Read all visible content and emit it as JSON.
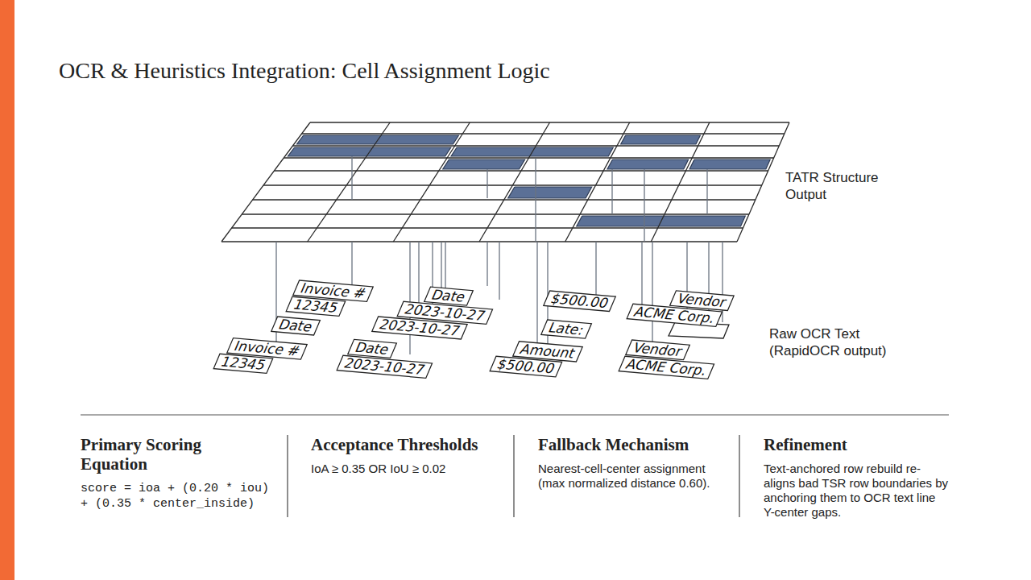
{
  "diagram": {
    "title": "OCR & Heuristics Integration: Cell Assignment Logic",
    "nodes": [
      {
        "text": [
          "Invoice #",
          "12345"
        ]
      },
      {
        "text": [
          "Date",
          "2023-10-27"
        ]
      },
      {
        "text": [
          "$500.00"
        ]
      },
      {
        "text": [
          "Vendor",
          "ACME Corp."
        ]
      },
      {
        "text": [
          "Date"
        ]
      },
      {
        "text": [
          "2023-10-27"
        ]
      },
      {
        "text": [
          "Late:"
        ]
      },
      {
        "text": [
          "Invoice #",
          "12345"
        ]
      },
      {
        "text": [
          "Date",
          "2023-10-27"
        ]
      },
      {
        "text": [
          "Amount",
          "$500.00"
        ]
      },
      {
        "text": [
          "Vendor",
          "ACME Corp."
        ]
      }
    ],
    "labels": [
      "TATR Structure Output",
      "Raw OCR Text (RapidOCR output)",
      "Primary Scoring Equation",
      "score = ioa + (0.20 * iou) + (0.35 * center_inside)",
      "Acceptance Thresholds",
      "IoA ≥ 0.35 OR IoU ≥ 0.02",
      "Fallback Mechanism",
      "Nearest-cell-center assignment (max normalized distance 0.60).",
      "Refinement",
      "Text-anchored row rebuild re-aligns bad TSR row boundaries by anchoring them to OCR text line Y-center gaps."
    ]
  }
}
